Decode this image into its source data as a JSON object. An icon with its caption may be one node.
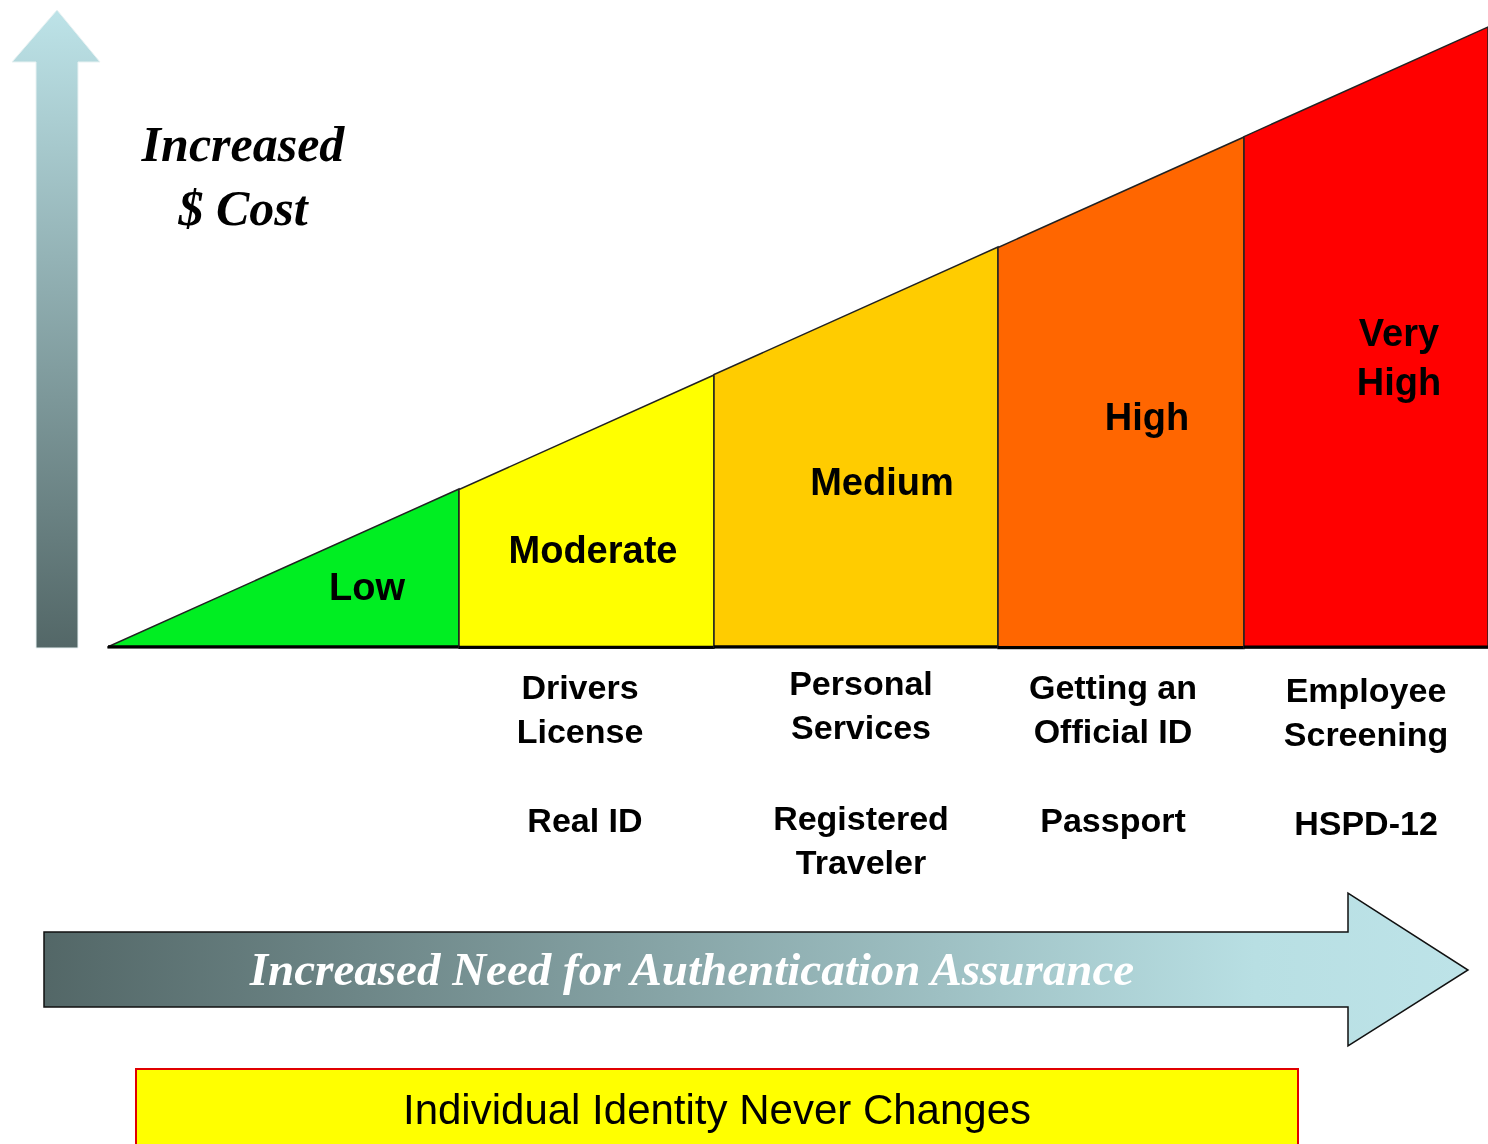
{
  "diagram": {
    "nodes": [
      {
        "text": [
          "Low"
        ]
      },
      {
        "text": [
          "Moderate"
        ]
      },
      {
        "text": [
          "Medium"
        ]
      },
      {
        "text": [
          "High"
        ]
      },
      {
        "text": [
          "Very High"
        ]
      },
      {
        "text": [
          "Increased Need for Authentication Assurance"
        ]
      },
      {
        "text": [
          "Individual Identity Never Changes"
        ]
      }
    ],
    "labels": [
      "Increased $ Cost",
      "Drivers License",
      "Personal Services",
      "Getting an Official ID",
      "Employee Screening",
      "Real ID",
      "Registered Traveler",
      "Passport",
      "HSPD-12"
    ]
  }
}
